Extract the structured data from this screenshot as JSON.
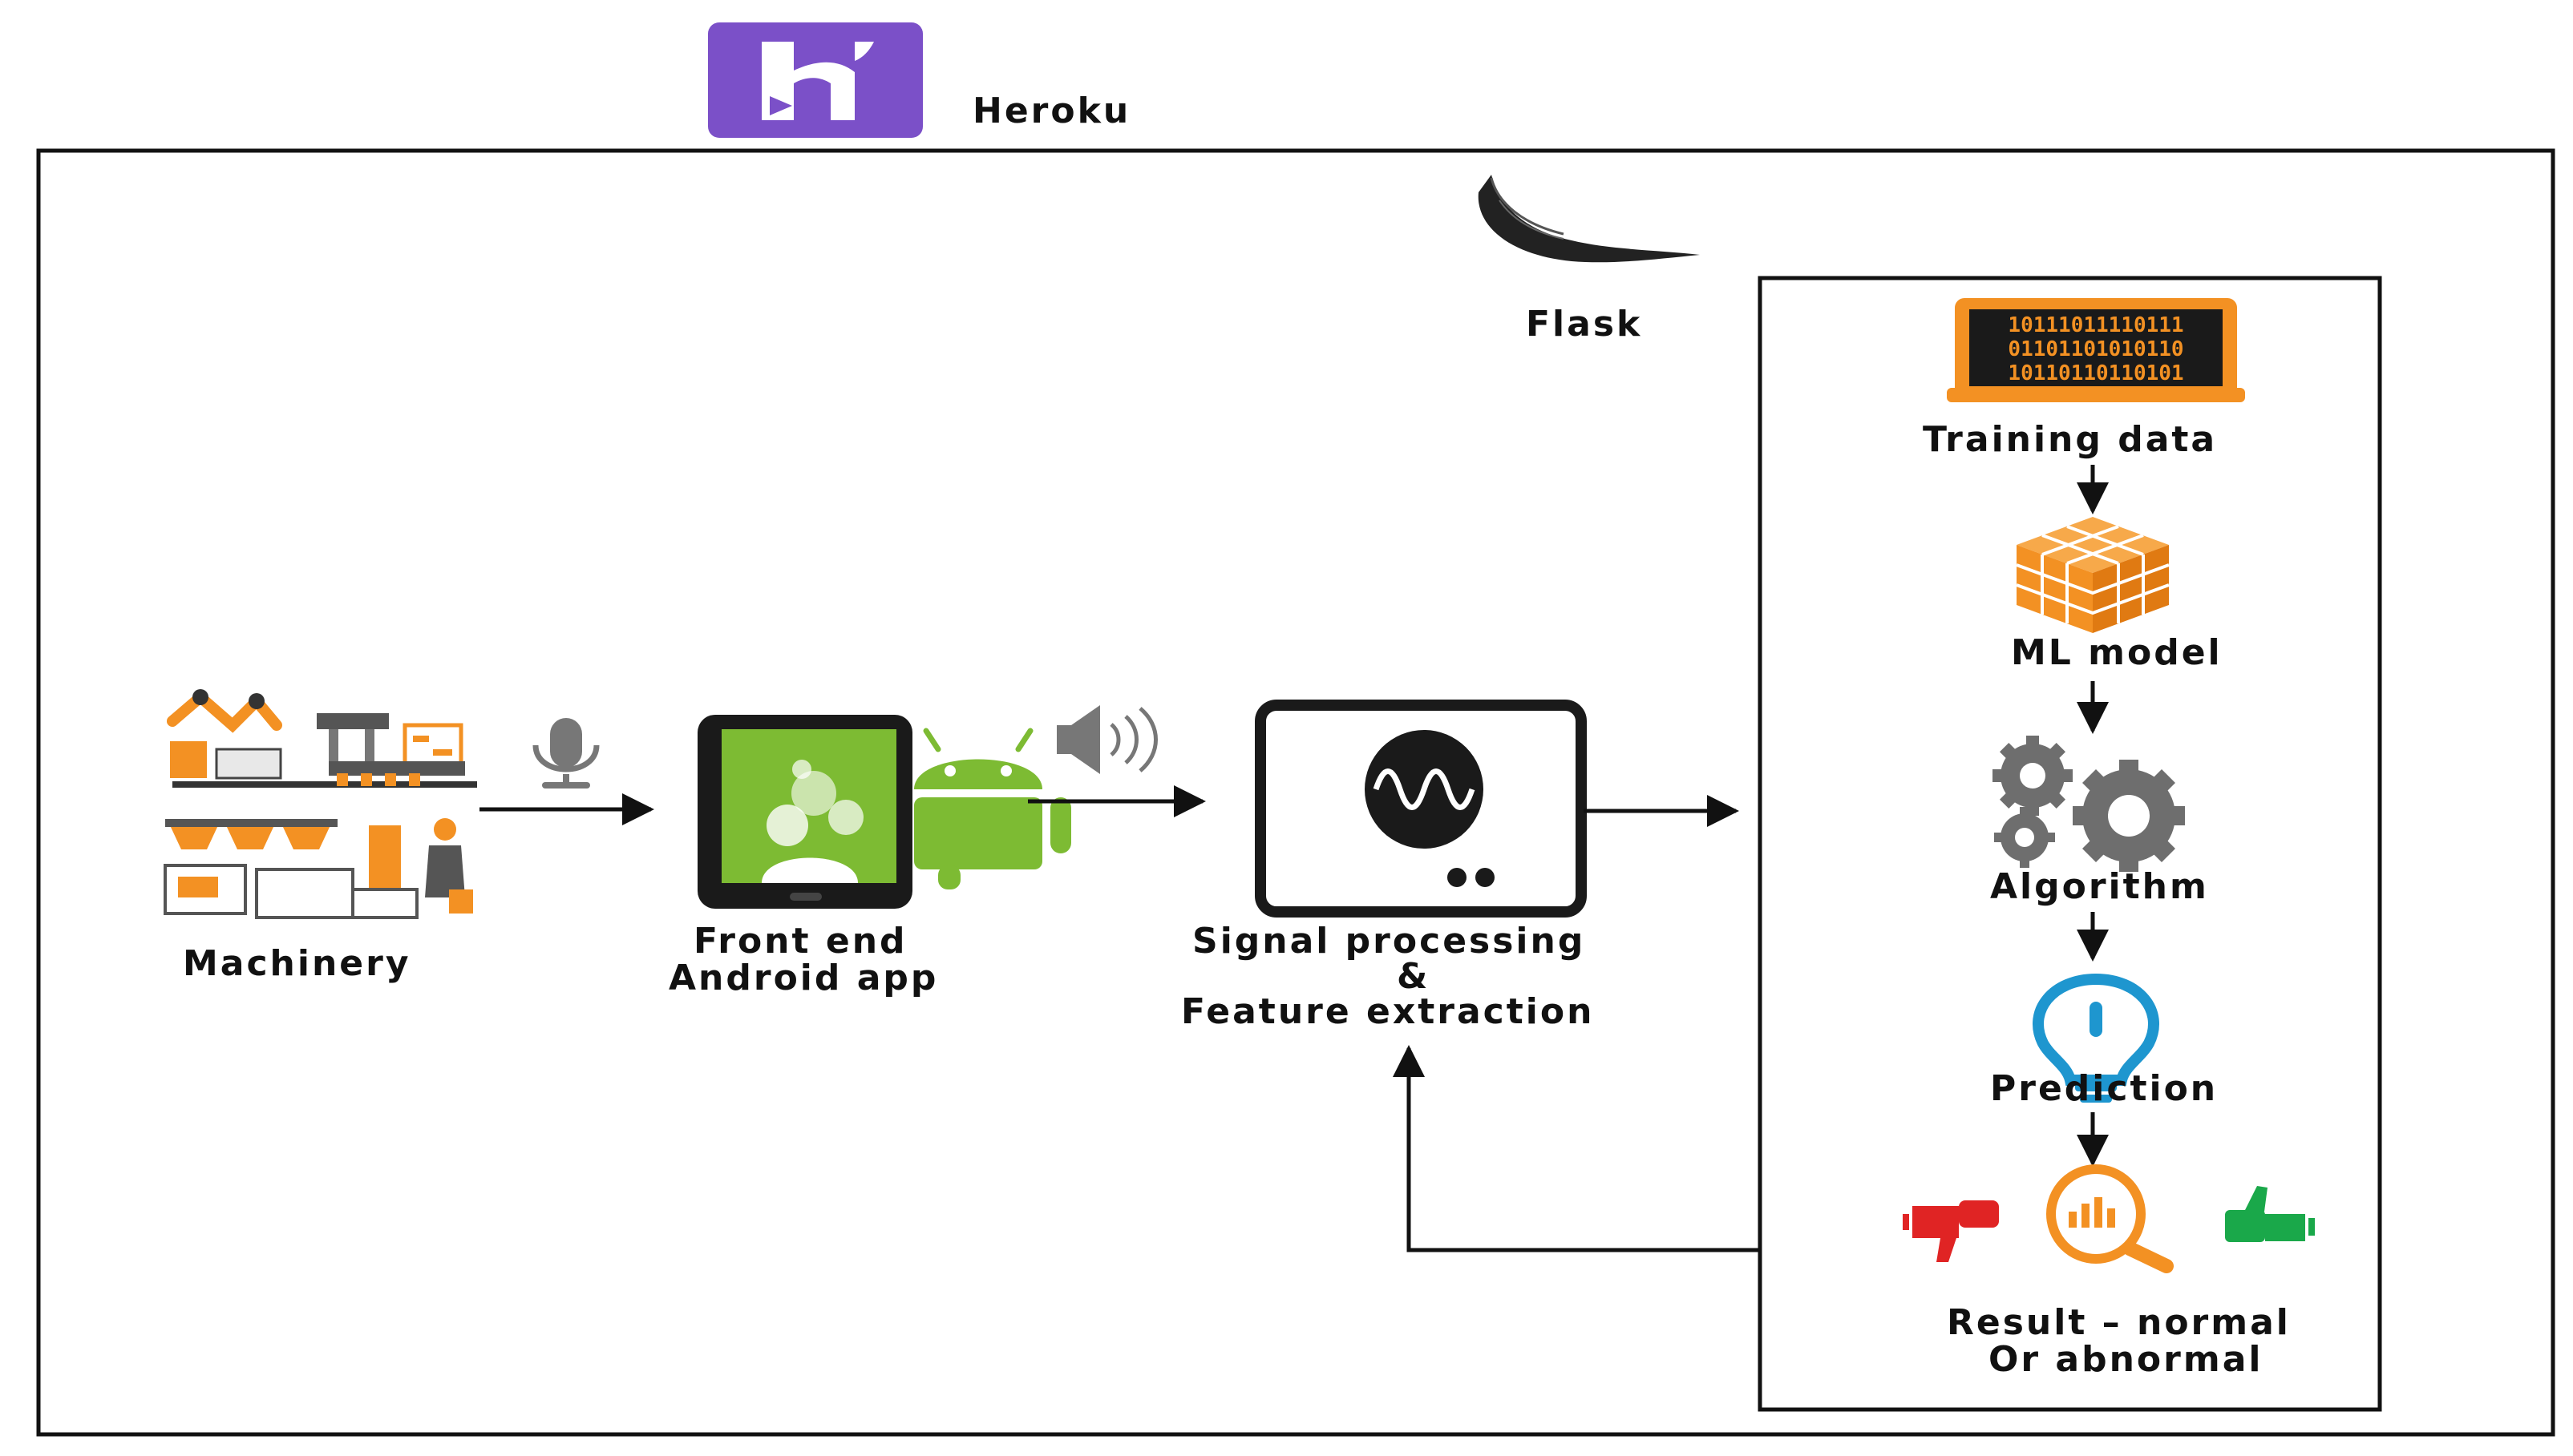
{
  "heroku": {
    "label": "Heroku",
    "brand_color": "#7b50c8"
  },
  "flask": {
    "label": "Flask"
  },
  "nodes": {
    "machinery": {
      "label": "Machinery"
    },
    "frontend": {
      "line1": "Front end",
      "line2": "Android app",
      "android_color": "#7dbb33"
    },
    "signal": {
      "line1": "Signal processing",
      "line2": "&",
      "line3": "Feature extraction"
    }
  },
  "pipeline": {
    "training_data": {
      "label": "Training data",
      "bits": [
        "10111011110111",
        "01101101010110",
        "10110110110101"
      ]
    },
    "ml_model": {
      "label": "ML model"
    },
    "algorithm": {
      "label": "Algorithm"
    },
    "prediction": {
      "label": "Prediction"
    },
    "result": {
      "line1": "Result – normal",
      "line2": "Or abnormal"
    }
  },
  "colors": {
    "accent_orange": "#f39123",
    "bulb_blue": "#1e96cf",
    "thumb_red": "#e02424",
    "thumb_green": "#1aa84a",
    "gear_gray": "#6e6e6e"
  },
  "icons": [
    "heroku-logo-icon",
    "flask-horn-icon",
    "machinery-icon",
    "microphone-icon",
    "smartphone-icon",
    "android-robot-icon",
    "speaker-icon",
    "signal-wave-icon",
    "binary-data-icon",
    "cube-model-icon",
    "gears-icon",
    "lightbulb-icon",
    "thumbs-down-icon",
    "magnifier-icon",
    "thumbs-up-icon"
  ]
}
